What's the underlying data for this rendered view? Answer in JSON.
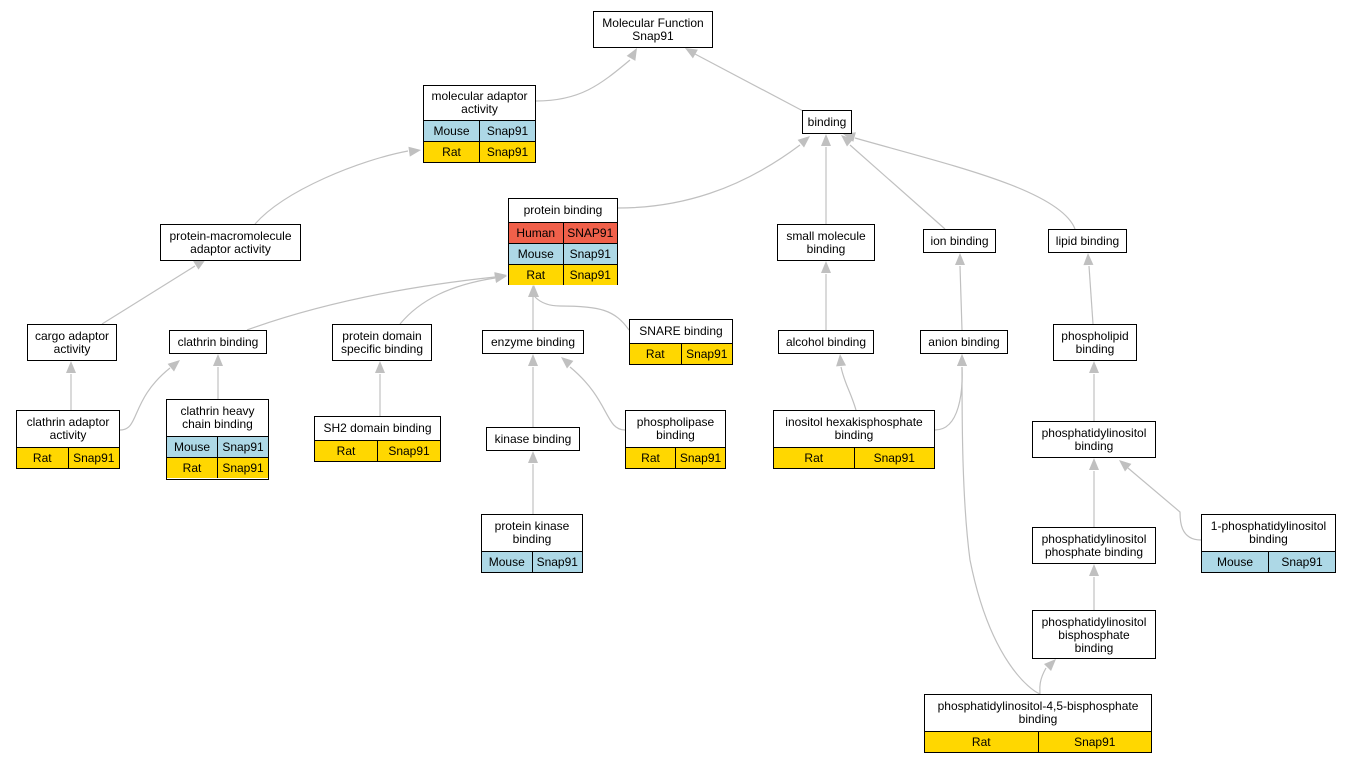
{
  "colors": {
    "edge": "#c0c0c0",
    "human": "#f0604a",
    "mouse": "#add8e6",
    "rat": "#ffd700"
  },
  "legend_species": {
    "human": "Human",
    "mouse": "Mouse",
    "rat": "Rat"
  },
  "nodes": {
    "root": {
      "label": "Molecular Function\nSnap91",
      "rows": []
    },
    "mol_adaptor": {
      "label": "molecular adaptor\nactivity",
      "rows": [
        [
          "mouse",
          "Mouse",
          "Snap91"
        ],
        [
          "rat",
          "Rat",
          "Snap91"
        ]
      ]
    },
    "binding": {
      "label": "binding",
      "rows": []
    },
    "prot_macro": {
      "label": "protein-macromolecule\nadaptor activity",
      "rows": []
    },
    "protein_binding": {
      "label": "protein binding",
      "rows": [
        [
          "human",
          "Human",
          "SNAP91"
        ],
        [
          "mouse",
          "Mouse",
          "Snap91"
        ],
        [
          "rat",
          "Rat",
          "Snap91"
        ]
      ]
    },
    "small_mol": {
      "label": "small molecule\nbinding",
      "rows": []
    },
    "ion_binding": {
      "label": "ion binding",
      "rows": []
    },
    "lipid_binding": {
      "label": "lipid binding",
      "rows": []
    },
    "cargo_adaptor": {
      "label": "cargo adaptor\nactivity",
      "rows": []
    },
    "clathrin_binding": {
      "label": "clathrin binding",
      "rows": []
    },
    "prot_domain": {
      "label": "protein domain\nspecific binding",
      "rows": []
    },
    "enzyme_binding": {
      "label": "enzyme binding",
      "rows": []
    },
    "snare_binding": {
      "label": "SNARE binding",
      "rows": [
        [
          "rat",
          "Rat",
          "Snap91"
        ]
      ]
    },
    "alcohol_binding": {
      "label": "alcohol binding",
      "rows": []
    },
    "anion_binding": {
      "label": "anion binding",
      "rows": []
    },
    "phospholipid_binding": {
      "label": "phospholipid\nbinding",
      "rows": []
    },
    "clathrin_adaptor": {
      "label": "clathrin adaptor\nactivity",
      "rows": [
        [
          "rat",
          "Rat",
          "Snap91"
        ]
      ]
    },
    "clathrin_heavy": {
      "label": "clathrin heavy\nchain binding",
      "rows": [
        [
          "mouse",
          "Mouse",
          "Snap91"
        ],
        [
          "rat",
          "Rat",
          "Snap91"
        ]
      ]
    },
    "sh2_domain": {
      "label": "SH2 domain binding",
      "rows": [
        [
          "rat",
          "Rat",
          "Snap91"
        ]
      ]
    },
    "kinase_binding": {
      "label": "kinase binding",
      "rows": []
    },
    "phospholipase_binding": {
      "label": "phospholipase\nbinding",
      "rows": [
        [
          "rat",
          "Rat",
          "Snap91"
        ]
      ]
    },
    "inositol_hexakis": {
      "label": "inositol hexakisphosphate\nbinding",
      "rows": [
        [
          "rat",
          "Rat",
          "Snap91"
        ]
      ]
    },
    "ptdins_binding": {
      "label": "phosphatidylinositol\nbinding",
      "rows": []
    },
    "protein_kinase": {
      "label": "protein kinase\nbinding",
      "rows": [
        [
          "mouse",
          "Mouse",
          "Snap91"
        ]
      ]
    },
    "ptdins_phosphate": {
      "label": "phosphatidylinositol\nphosphate binding",
      "rows": []
    },
    "one_ptdins": {
      "label": "1-phosphatidylinositol\nbinding",
      "rows": [
        [
          "mouse",
          "Mouse",
          "Snap91"
        ]
      ]
    },
    "ptdins_bisphosphate": {
      "label": "phosphatidylinositol\nbisphosphate\nbinding",
      "rows": []
    },
    "ptdins45": {
      "label": "phosphatidylinositol-4,5-bisphosphate\nbinding",
      "rows": [
        [
          "rat",
          "Rat",
          "Snap91"
        ]
      ]
    }
  }
}
